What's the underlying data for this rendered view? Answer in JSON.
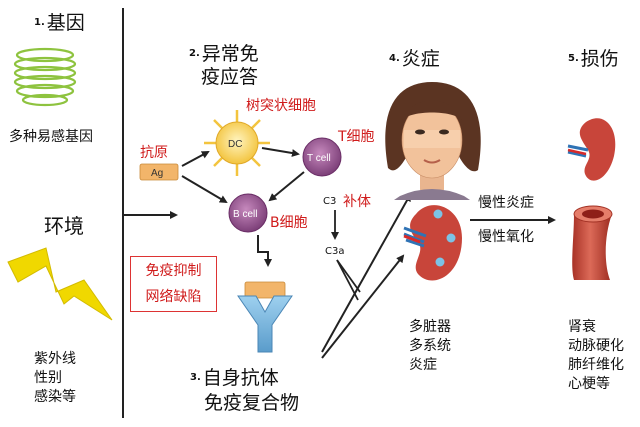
{
  "steps": {
    "gene": {
      "num": "1.",
      "title": "基因",
      "caption": "多种易感基因"
    },
    "response": {
      "num": "2.",
      "title_line1": "异常免",
      "title_line2": "疫应答"
    },
    "antibody": {
      "num": "3.",
      "title_line1": "自身抗体",
      "title_line2": "免疫复合物"
    },
    "inflammation": {
      "num": "4.",
      "title": "炎症"
    },
    "damage": {
      "num": "5.",
      "title": "损伤"
    }
  },
  "environment": {
    "title": "环境",
    "factors": [
      "紫外线",
      "性别",
      "感染等"
    ]
  },
  "cells": {
    "dc_label": "树突状细胞",
    "dc_text": "DC",
    "t_label": "T细胞",
    "t_text": "T cell",
    "b_label": "B细胞",
    "b_text": "B cell",
    "antigen_label": "抗原",
    "antigen_text": "Ag"
  },
  "complement": {
    "label": "补体",
    "c3": "C3",
    "c3a": "C3a"
  },
  "immune_box": {
    "line1": "免疫抑制",
    "line2": "网络缺陷"
  },
  "chronic": {
    "line1": "慢性炎症",
    "line2": "慢性氧化"
  },
  "organs_caption": [
    "多脏器",
    "多系统",
    "炎症"
  ],
  "damage_list": [
    "肾衰",
    "动脉硬化",
    "肺纤维化",
    "心梗等"
  ],
  "colors": {
    "accent_red": "#d01c1c",
    "gene_green": "#8ec33f",
    "lightning_yellow": "#f0d800",
    "dc_yellow": "#f8d860",
    "cell_purple": "#9a5a90",
    "antibody_blue": "#7ab7dd",
    "antigen_orange": "#f2b56a",
    "kidney_red": "#c8453a"
  }
}
